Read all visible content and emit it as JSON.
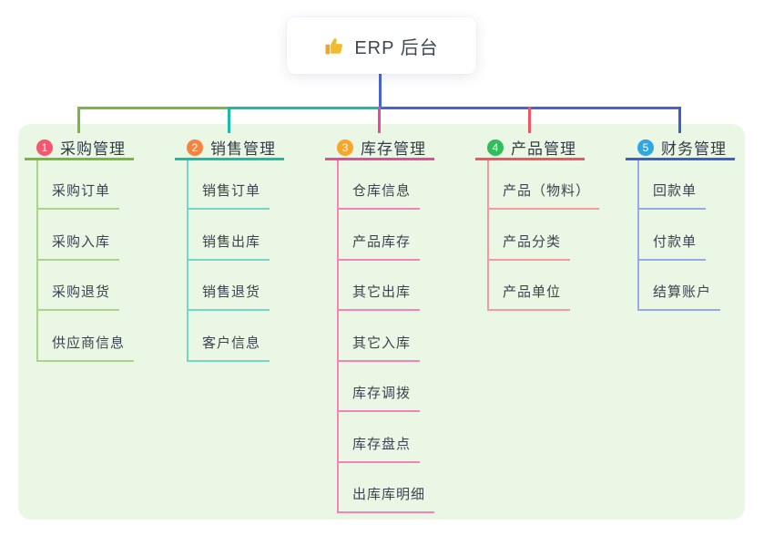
{
  "root": {
    "label": "ERP 后台",
    "icon": "thumbs-up-icon"
  },
  "colors": {
    "page_bg": "#ffffff",
    "panel_bg": "#ebf7e5",
    "card_bg": "#ffffff",
    "root_text": "#3d4854",
    "header_text": "#333c46",
    "child_text": "#3a4450",
    "connector_blue": "#4a62d6",
    "badge_text": "#ffffff",
    "thumb_gold": "#f2bb2e"
  },
  "branches": [
    {
      "index": "1",
      "label": "采购管理",
      "badge_color": "#f2586f",
      "line_color": "#79b83e",
      "child_line_color": "#a9d48b",
      "children": [
        "采购订单",
        "采购入库",
        "采购退货",
        "供应商信息"
      ]
    },
    {
      "index": "2",
      "label": "销售管理",
      "badge_color": "#f6833f",
      "line_color": "#17bda7",
      "child_line_color": "#75d5c6",
      "children": [
        "销售订单",
        "销售出库",
        "销售退货",
        "客户信息"
      ]
    },
    {
      "index": "3",
      "label": "库存管理",
      "badge_color": "#f7a62a",
      "line_color": "#e9499c",
      "child_line_color": "#f283bb",
      "children": [
        "仓库信息",
        "产品库存",
        "其它出库",
        "其它入库",
        "库存调拨",
        "库存盘点",
        "出库库明细"
      ]
    },
    {
      "index": "4",
      "label": "产品管理",
      "badge_color": "#31bd5c",
      "line_color": "#f05560",
      "child_line_color": "#f59aa0",
      "children": [
        "产品（物料）",
        "产品分类",
        "产品单位"
      ]
    },
    {
      "index": "5",
      "label": "财务管理",
      "badge_color": "#31a6e1",
      "line_color": "#3b5fce",
      "child_line_color": "#96abe4",
      "children": [
        "回款单",
        "付款单",
        "结算账户"
      ]
    }
  ]
}
